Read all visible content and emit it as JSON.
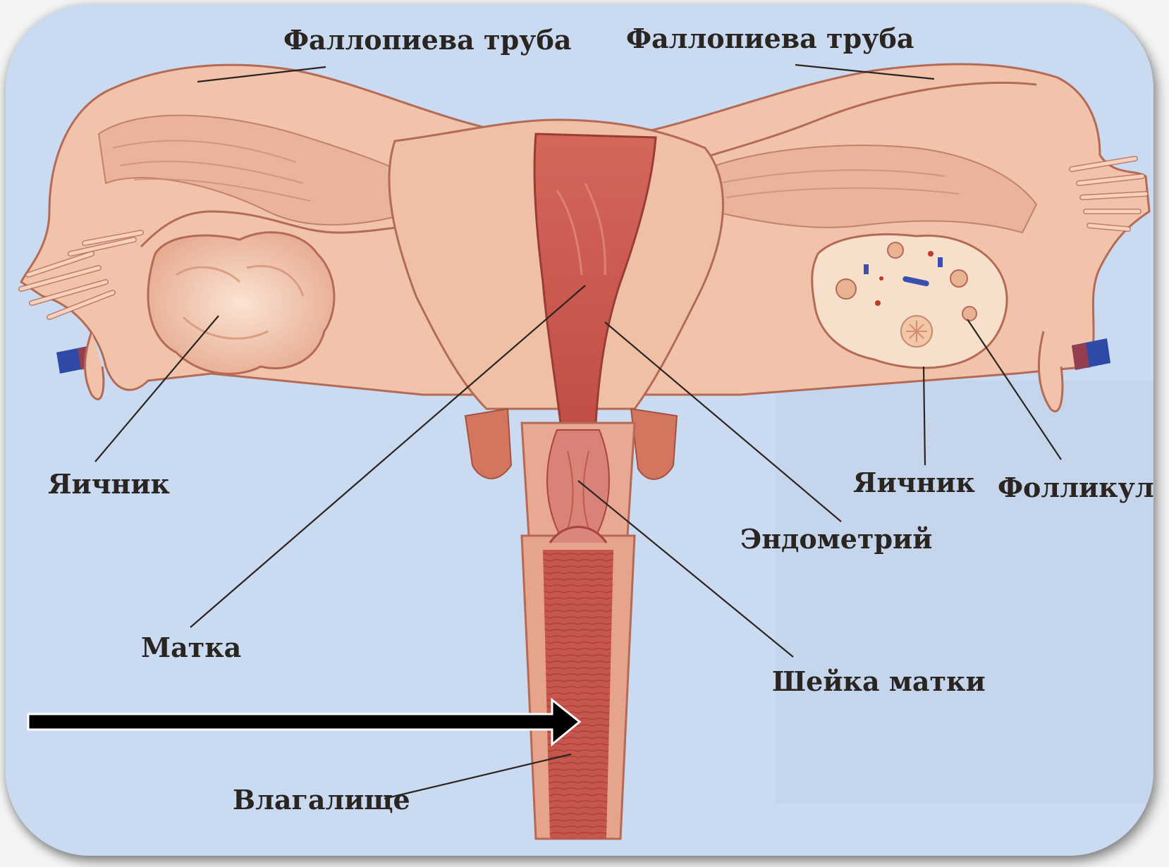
{
  "labels": {
    "fallopian_left": "Фаллопиева труба",
    "fallopian_right": "Фаллопиева труба",
    "ovary_left": "Яичник",
    "ovary_right": "Яичник",
    "follicle": "Фолликул",
    "endometrium": "Эндометрий",
    "uterus": "Матка",
    "cervix": "Шейка матки",
    "vagina": "Влагалище"
  },
  "colors": {
    "background": "#c9daf1",
    "tissue_light": "#f1c6ae",
    "tissue_mid": "#e5a58b",
    "outline": "#b56a55",
    "cavity": "#c8574d",
    "cavity_dark": "#a8433d",
    "label_text": "#2b2522",
    "arrow": "#000000"
  },
  "icons": {
    "pointer": "right-arrow-icon"
  }
}
